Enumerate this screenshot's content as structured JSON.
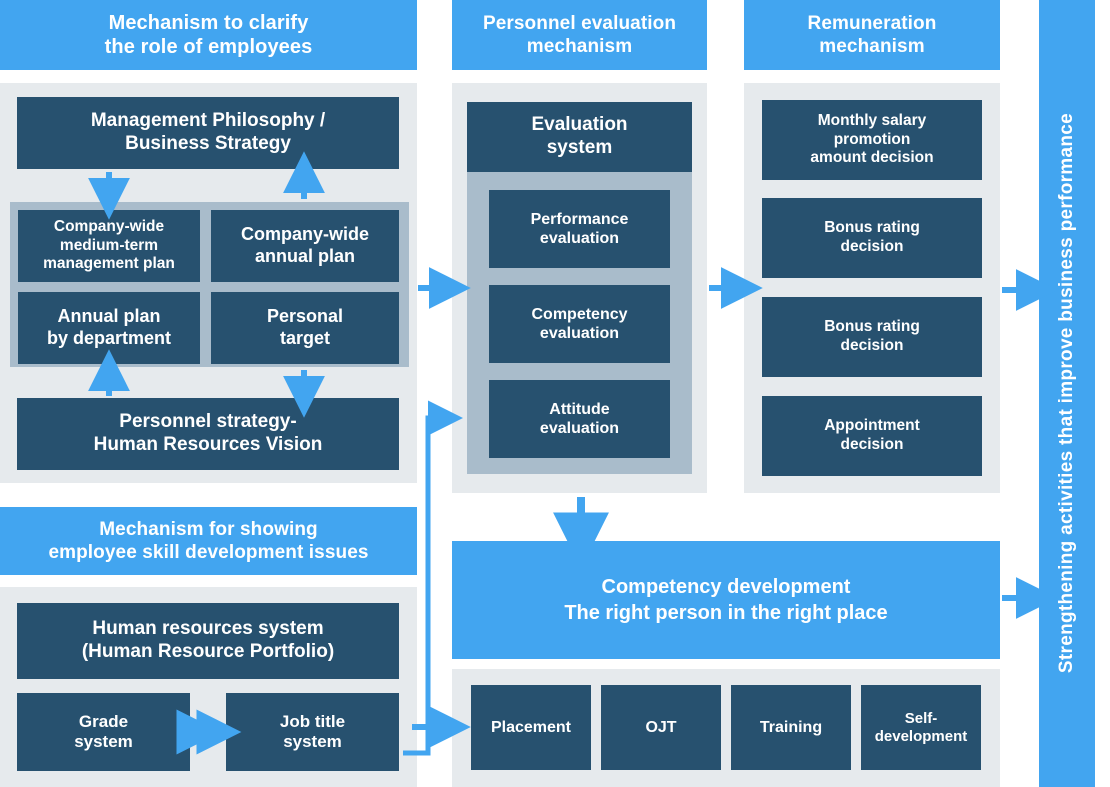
{
  "diagram": {
    "title": "Human resources management mechanism diagram",
    "colors": {
      "accent_blue": "#42a5f0",
      "dark_navy": "#27516f",
      "panel_grey": "#e6eaed",
      "subpanel_grey_blue": "#a9bccb",
      "text_white": "#ffffff"
    }
  },
  "columns": {
    "role_clarity": {
      "header": "Mechanism to clarify\nthe role of employees",
      "header_line1": "Mechanism to clarify",
      "header_line2": "the role of employees",
      "top_box": "Management Philosophy /\nBusiness Strategy",
      "top_box_line1": "Management Philosophy /",
      "top_box_line2": "Business Strategy",
      "grid": [
        {
          "label": "Company-wide\nmedium-term\nmanagement plan",
          "line1": "Company-wide",
          "line2": "medium-term",
          "line3": "management plan"
        },
        {
          "label": "Company-wide\nannual plan",
          "line1": "Company-wide",
          "line2": "annual plan",
          "line3": ""
        },
        {
          "label": "Annual plan\nby department",
          "line1": "Annual plan",
          "line2": "by department",
          "line3": ""
        },
        {
          "label": "Personal\ntarget",
          "line1": "Personal",
          "line2": "target",
          "line3": ""
        }
      ],
      "bottom_box": "Personnel strategy-\nHuman Resources Vision",
      "bottom_box_line1": "Personnel strategy-",
      "bottom_box_line2": "Human Resources Vision"
    },
    "skill_development": {
      "header_line1": "Mechanism for showing",
      "header_line2": "employee skill development issues",
      "hr_system_line1": "Human resources system",
      "hr_system_line2": "(Human Resource Portfolio)",
      "grade_system_line1": "Grade",
      "grade_system_line2": "system",
      "job_title_line1": "Job title",
      "job_title_line2": "system"
    },
    "personnel_evaluation": {
      "header_line1": "Personnel evaluation",
      "header_line2": "mechanism",
      "system_box_line1": "Evaluation",
      "system_box_line2": "system",
      "items": [
        {
          "line1": "Performance",
          "line2": "evaluation"
        },
        {
          "line1": "Competency",
          "line2": "evaluation"
        },
        {
          "line1": "Attitude",
          "line2": "evaluation"
        }
      ]
    },
    "remuneration": {
      "header_line1": "Remuneration",
      "header_line2": "mechanism",
      "items": [
        {
          "line1": "Monthly salary",
          "line2": "promotion",
          "line3": "amount decision"
        },
        {
          "line1": "Bonus rating",
          "line2": "decision",
          "line3": ""
        },
        {
          "line1": "Bonus rating",
          "line2": "decision",
          "line3": ""
        },
        {
          "line1": "Appointment",
          "line2": "decision",
          "line3": ""
        }
      ]
    },
    "competency_development": {
      "banner_line1": "Competency development",
      "banner_line2": "The right person in the right place",
      "items": [
        {
          "line1": "Placement",
          "line2": ""
        },
        {
          "line1": "OJT",
          "line2": ""
        },
        {
          "line1": "Training",
          "line2": ""
        },
        {
          "line1": "Self-",
          "line2": "development"
        }
      ]
    }
  },
  "right_banner": {
    "text": "Strengthening activities that improve business performance"
  },
  "icons": {
    "arrow_right": "arrow-right-icon",
    "arrow_down": "arrow-down-icon",
    "arrow_up": "arrow-up-icon",
    "arrow_double": "arrow-double-horizontal-icon",
    "elbow_connector": "elbow-connector-icon"
  }
}
